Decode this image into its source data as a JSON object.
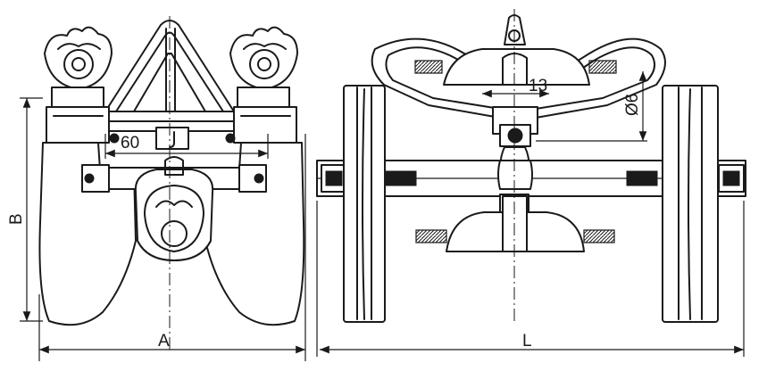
{
  "dimensions": {
    "A": "A",
    "B": "B",
    "L": "L",
    "d60": "60",
    "d13": "13",
    "d6": "Ø6"
  }
}
